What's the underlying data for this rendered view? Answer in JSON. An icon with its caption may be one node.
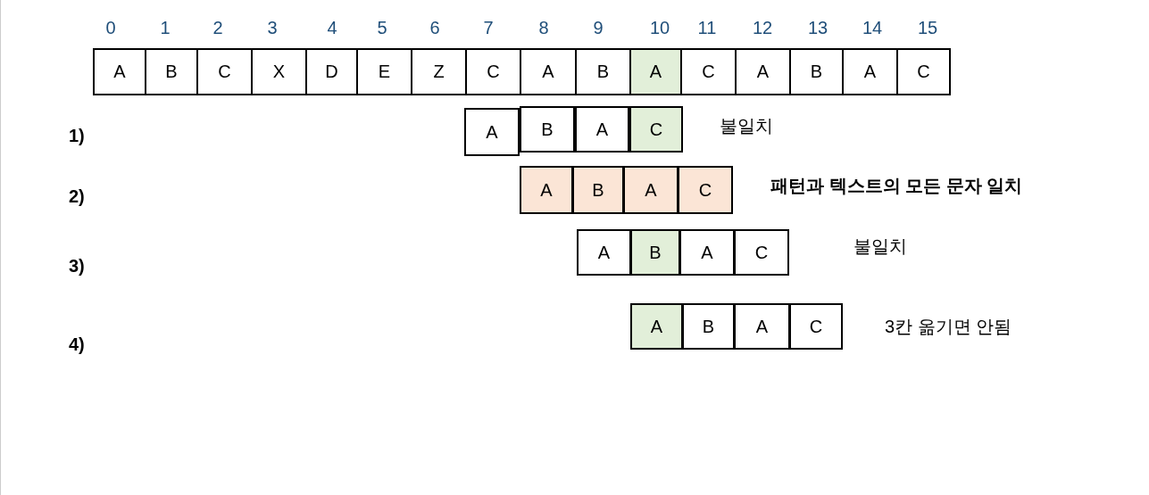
{
  "diagram": {
    "nodes": [
      {
        "text": [
          "A"
        ]
      },
      {
        "text": [
          "B"
        ]
      },
      {
        "text": [
          "C"
        ]
      },
      {
        "text": [
          "X"
        ]
      },
      {
        "text": [
          "D"
        ]
      },
      {
        "text": [
          "E"
        ]
      },
      {
        "text": [
          "Z"
        ]
      },
      {
        "text": [
          "C"
        ]
      },
      {
        "text": [
          "A"
        ]
      },
      {
        "text": [
          "B"
        ]
      },
      {
        "text": [
          "A"
        ]
      },
      {
        "text": [
          "C"
        ]
      },
      {
        "text": [
          "A"
        ]
      },
      {
        "text": [
          "B"
        ]
      },
      {
        "text": [
          "A"
        ]
      },
      {
        "text": [
          "C"
        ]
      },
      {
        "text": [
          "A"
        ]
      },
      {
        "text": [
          "B"
        ]
      },
      {
        "text": [
          "A"
        ]
      },
      {
        "text": [
          "C"
        ]
      },
      {
        "text": [
          "A"
        ]
      },
      {
        "text": [
          "B"
        ]
      },
      {
        "text": [
          "A"
        ]
      },
      {
        "text": [
          "C"
        ]
      },
      {
        "text": [
          "A"
        ]
      },
      {
        "text": [
          "B"
        ]
      },
      {
        "text": [
          "A"
        ]
      },
      {
        "text": [
          "C"
        ]
      },
      {
        "text": [
          "A"
        ]
      },
      {
        "text": [
          "B"
        ]
      },
      {
        "text": [
          "A"
        ]
      },
      {
        "text": [
          "C"
        ]
      }
    ],
    "labels": [
      "0",
      "1",
      "2",
      "3",
      "4",
      "5",
      "6",
      "7",
      "8",
      "9",
      "10",
      "11",
      "12",
      "13",
      "14",
      "15",
      "1)",
      "불일치",
      "2)",
      "패턴과 텍스트의 모든 문자 일치",
      "3)",
      "불일치",
      "4)",
      "3칸 옮기면 안됨"
    ]
  }
}
